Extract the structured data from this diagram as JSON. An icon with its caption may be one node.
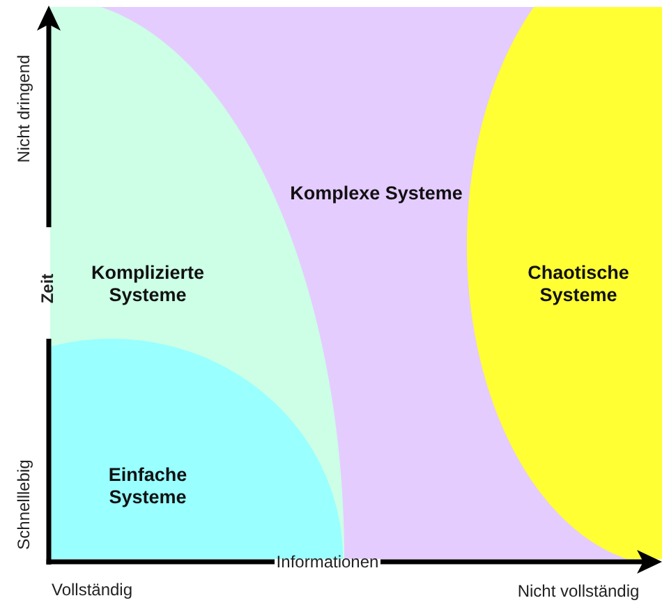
{
  "diagram": {
    "nodes": [
      {
        "text": [
          "Komplexe Systeme"
        ]
      },
      {
        "text": [
          "Komplizierte Systeme"
        ],
        "in": 0
      },
      {
        "text": [
          "Chaotische Systeme"
        ],
        "in": 0
      },
      {
        "text": [
          "Einfache Systeme"
        ],
        "in": 1
      }
    ],
    "labels": [
      "Nicht dringend",
      "Zeit",
      "Schnelllebig",
      "Informationen",
      "Vollständig",
      "Nicht vollständig"
    ]
  }
}
